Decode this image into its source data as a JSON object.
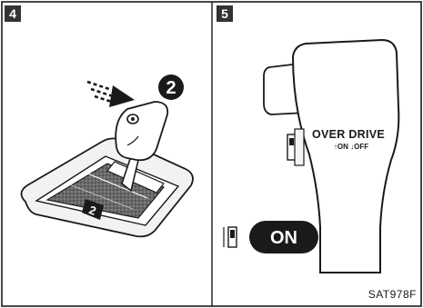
{
  "panels": [
    {
      "number": "4",
      "step_badge": "2",
      "gear_label": "2"
    },
    {
      "number": "5",
      "switch_title": "OVER DRIVE",
      "switch_states": "↑ON ↓OFF",
      "on_label": "ON"
    }
  ],
  "figure_code": "SAT978F",
  "colors": {
    "ink": "#1a1a1a",
    "paper": "#ffffff",
    "gate_fill": "#555555",
    "handle_grey": "#e6e6e6"
  }
}
